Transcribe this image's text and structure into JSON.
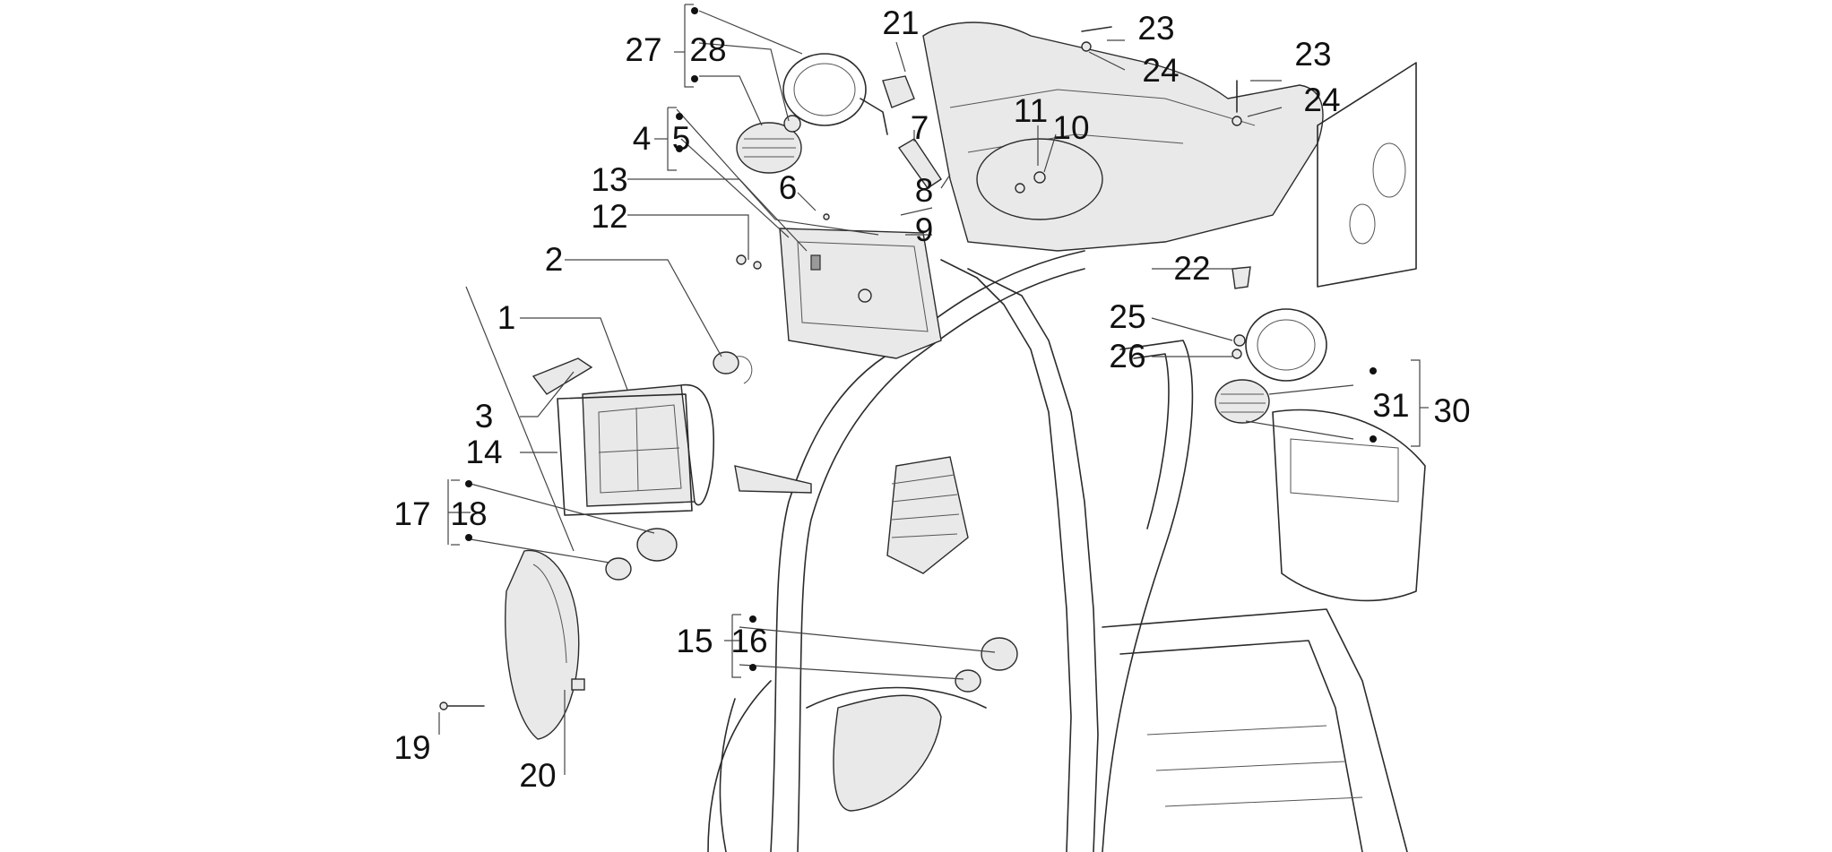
{
  "callouts": [
    "1",
    "2",
    "3",
    "4",
    "5",
    "6",
    "7",
    "8",
    "9",
    "10",
    "11",
    "12",
    "13",
    "14",
    "15",
    "16",
    "17",
    "18",
    "19",
    "20",
    "21",
    "22",
    "23",
    "23",
    "24",
    "24",
    "25",
    "26",
    "27",
    "28",
    "30",
    "31"
  ],
  "icons": [
    "exploded-parts-diagram"
  ]
}
